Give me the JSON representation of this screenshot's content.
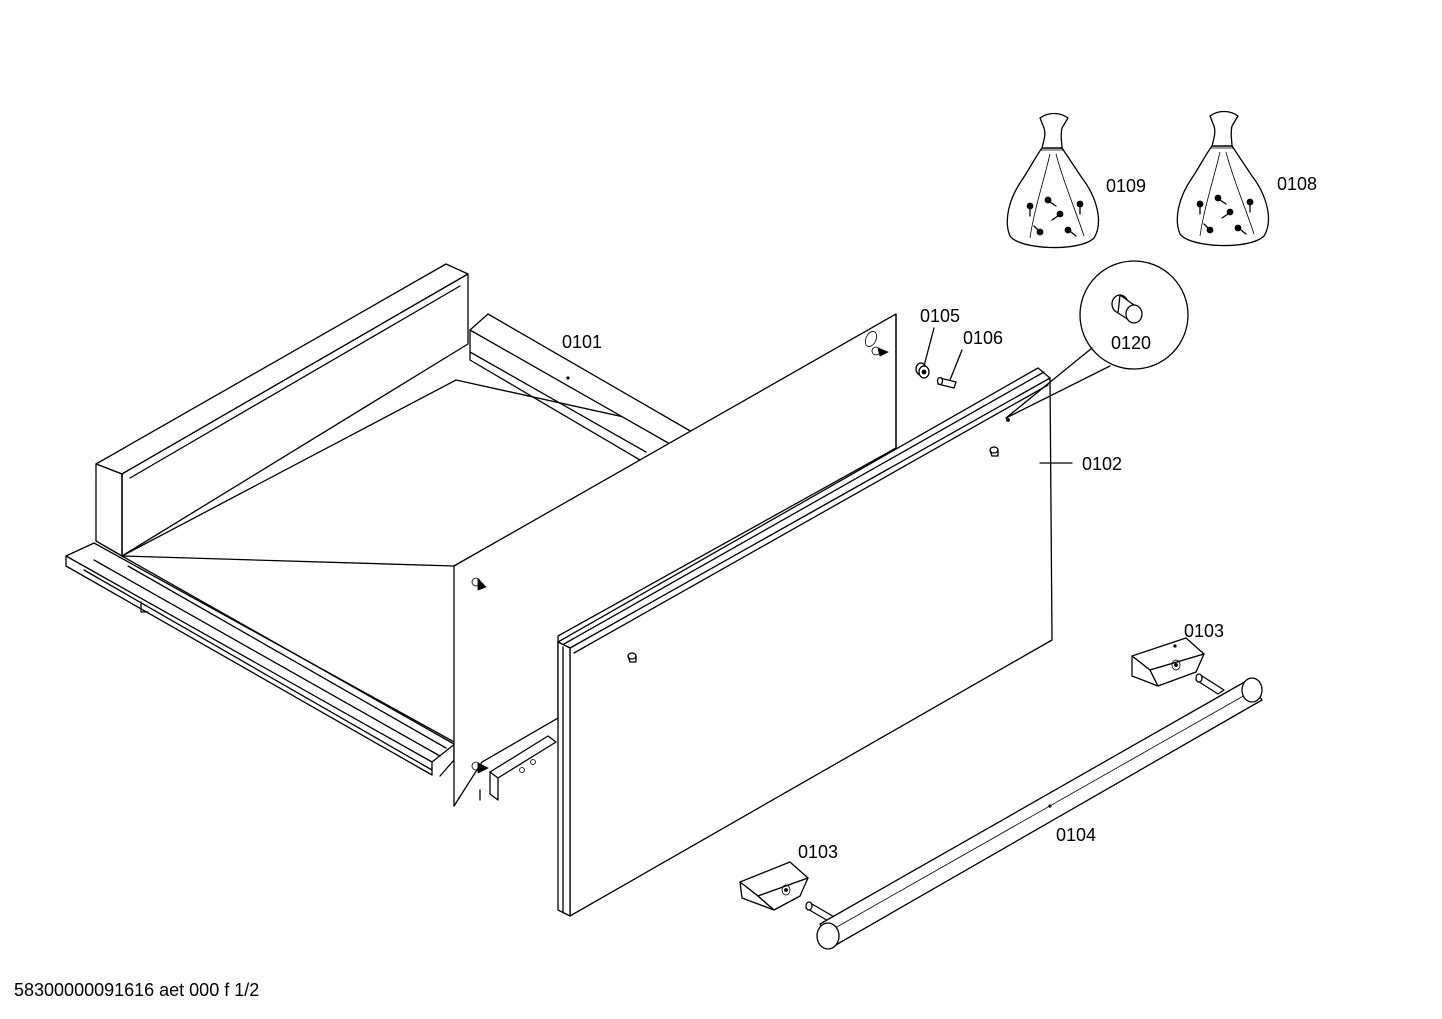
{
  "labels": {
    "p0101": "0101",
    "p0102": "0102",
    "p0103_top": "0103",
    "p0103_bottom": "0103",
    "p0104": "0104",
    "p0105": "0105",
    "p0106": "0106",
    "p0108": "0108",
    "p0109": "0109",
    "p0120": "0120"
  },
  "footer": {
    "document_id": "58300000091616 aet 000 f 1/2"
  },
  "colors": {
    "line": "#000000",
    "background": "#ffffff"
  }
}
